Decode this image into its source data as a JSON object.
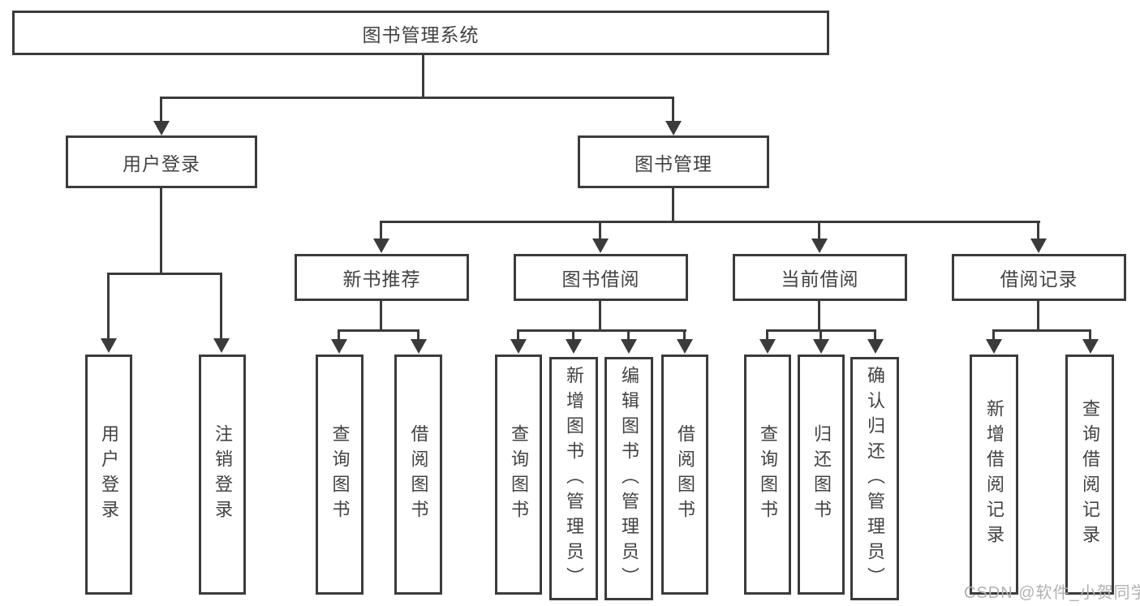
{
  "diagram": {
    "root": {
      "label": "图书管理系统"
    },
    "level1": {
      "user_login": {
        "label": "用户登录"
      },
      "book_management": {
        "label": "图书管理"
      }
    },
    "user_login_children": {
      "login": {
        "label": "用户登录"
      },
      "logout": {
        "label": "注销登录"
      }
    },
    "level2": {
      "new_book_recommend": {
        "label": "新书推荐"
      },
      "book_borrow": {
        "label": "图书借阅"
      },
      "current_borrow": {
        "label": "当前借阅"
      },
      "borrow_records": {
        "label": "借阅记录"
      }
    },
    "new_book_children": {
      "query_books": {
        "label": "查询图书"
      },
      "borrow_books": {
        "label": "借阅图书"
      }
    },
    "book_borrow_children": {
      "query_books": {
        "label": "查询图书"
      },
      "add_books_admin": {
        "label": "新增图书（管理员）"
      },
      "edit_books_admin": {
        "label": "编辑图书（管理员）"
      },
      "borrow_books": {
        "label": "借阅图书"
      }
    },
    "current_borrow_children": {
      "query_books": {
        "label": "查询图书"
      },
      "return_books": {
        "label": "归还图书"
      },
      "confirm_return_admin": {
        "label": "确认归还（管理员）"
      }
    },
    "borrow_records_children": {
      "add_record": {
        "label": "新增借阅记录"
      },
      "query_record": {
        "label": "查询借阅记录"
      }
    },
    "watermark": "CSDN @软件_小贺同学",
    "colors": {
      "line": "#3b3b3b",
      "text": "#424242",
      "watermark": "#b3b0b0",
      "background": "#ffffff"
    }
  }
}
